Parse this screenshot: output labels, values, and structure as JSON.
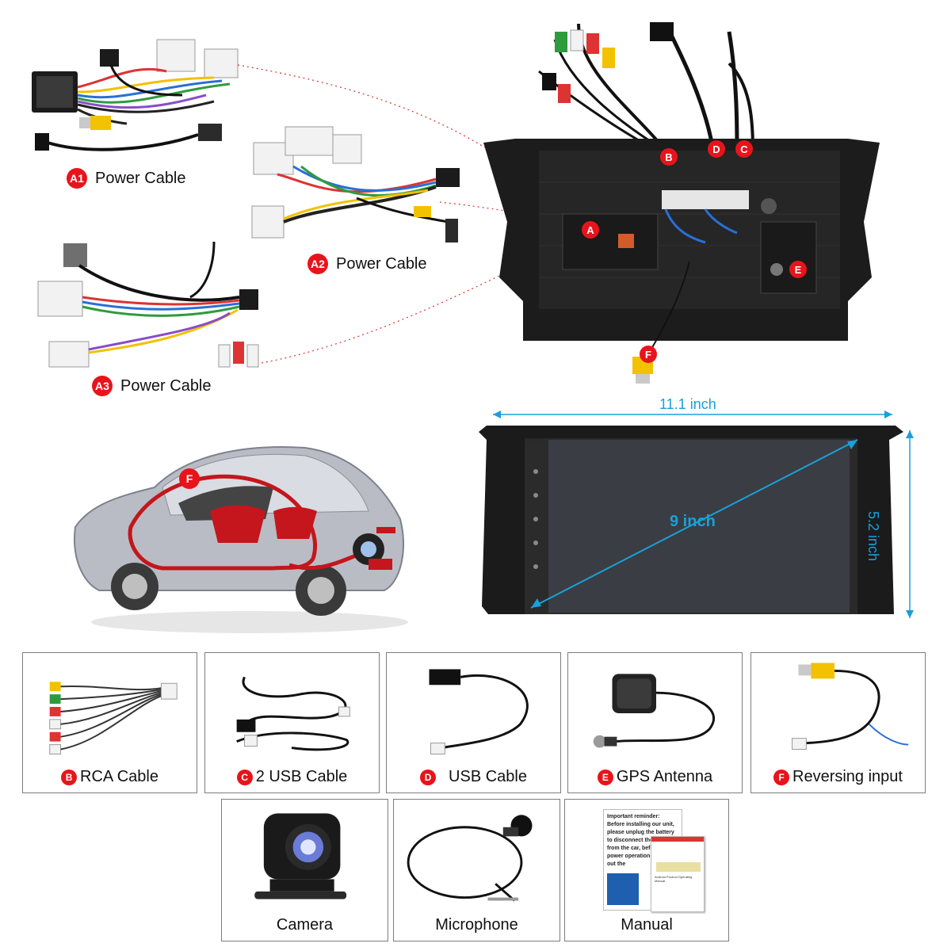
{
  "power_cables": [
    {
      "badge": "A1",
      "label": "Power Cable"
    },
    {
      "badge": "A2",
      "label": "Power Cable"
    },
    {
      "badge": "A3",
      "label": "Power Cable"
    }
  ],
  "unit_ports": {
    "a": "A",
    "b": "B",
    "c": "C",
    "d": "D",
    "e": "E",
    "f": "F"
  },
  "car_badge": "F",
  "screen": {
    "width_label": "11.1 inch",
    "height_label": "5.2 inch",
    "diagonal_label": "9 inch"
  },
  "accessories_row1": [
    {
      "badge": "B",
      "label": "RCA Cable",
      "icon": "rca-cable-icon"
    },
    {
      "badge": "C",
      "label": "2 USB Cable",
      "icon": "usb-cables-icon"
    },
    {
      "badge": "D",
      "label": "USB Cable",
      "icon": "usb-cable-icon"
    },
    {
      "badge": "E",
      "label": "GPS Antenna",
      "icon": "gps-antenna-icon"
    },
    {
      "badge": "F",
      "label": "Reversing input",
      "icon": "reversing-input-icon"
    }
  ],
  "accessories_row2": [
    {
      "label": "Camera",
      "icon": "camera-icon"
    },
    {
      "label": "Microphone",
      "icon": "microphone-icon"
    },
    {
      "label": "Manual",
      "icon": "manual-icon"
    }
  ],
  "manual_text": {
    "line1": "Important reminder:",
    "line2": "Before installing our unit,",
    "line3": "please unplug the battery",
    "line4": "to disconnect the power",
    "line5": "from the car, before",
    "line6": "power operation",
    "line7": "out the",
    "booklet": "Android Product Operating Manual"
  },
  "colors": {
    "badge_red": "#e8141b",
    "dimension_blue": "#1aa0d8",
    "box_border": "#7d7d7d"
  }
}
